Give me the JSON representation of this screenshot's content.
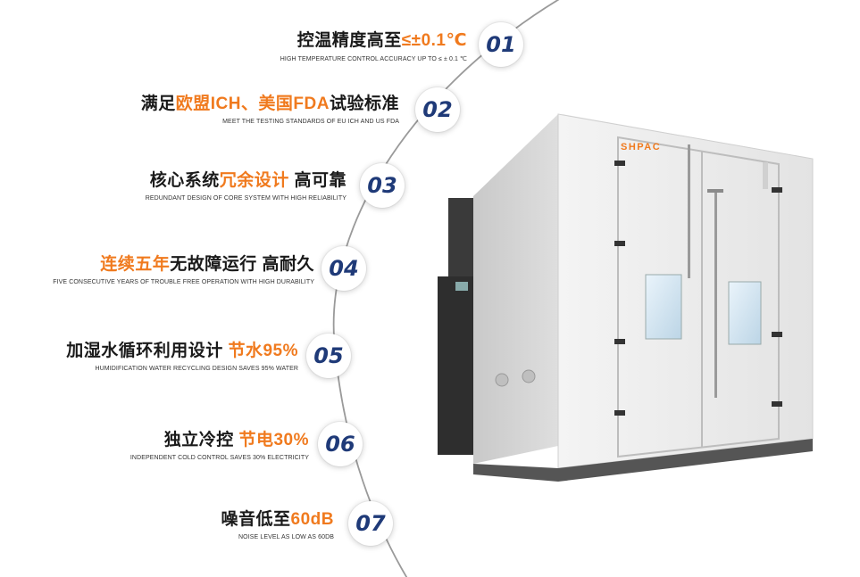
{
  "colors": {
    "accent": "#f07a1e",
    "badge_text": "#1f3a78",
    "title_text": "#1a1a1a",
    "arc": "#9a9a9a"
  },
  "product": {
    "brand_logo": "SHPAC",
    "image_icon": "walk-in-environmental-chamber"
  },
  "features": [
    {
      "num": "01",
      "title_plain": "控温精度高至",
      "title_hl": "≤±0.1℃",
      "subtitle": "HIGH TEMPERATURE CONTROL ACCURACY UP TO ≤ ± 0.1 ℃"
    },
    {
      "num": "02",
      "title_a": "满足",
      "title_hl": "欧盟ICH、美国FDA",
      "title_b": "试验标准",
      "subtitle": "MEET THE TESTING STANDARDS OF EU ICH AND US FDA"
    },
    {
      "num": "03",
      "title_a": "核心系统",
      "title_hl": "冗余设计",
      "title_b": " 高可靠",
      "subtitle": "REDUNDANT DESIGN OF CORE SYSTEM WITH HIGH RELIABILITY"
    },
    {
      "num": "04",
      "title_hl": "连续五年",
      "title_b": "无故障运行 高耐久",
      "subtitle": "FIVE CONSECUTIVE YEARS OF TROUBLE FREE OPERATION WITH HIGH DURABILITY"
    },
    {
      "num": "05",
      "title_a": "加湿水循环利用设计 ",
      "title_hl": "节水95%",
      "subtitle": "HUMIDIFICATION WATER RECYCLING DESIGN SAVES 95% WATER"
    },
    {
      "num": "06",
      "title_a": "独立冷控 ",
      "title_hl": "节电30%",
      "subtitle": "INDEPENDENT COLD CONTROL SAVES 30% ELECTRICITY"
    },
    {
      "num": "07",
      "title_a": "噪音低至",
      "title_hl": "60dB",
      "subtitle": "NOISE LEVEL AS LOW AS 60dB"
    }
  ]
}
